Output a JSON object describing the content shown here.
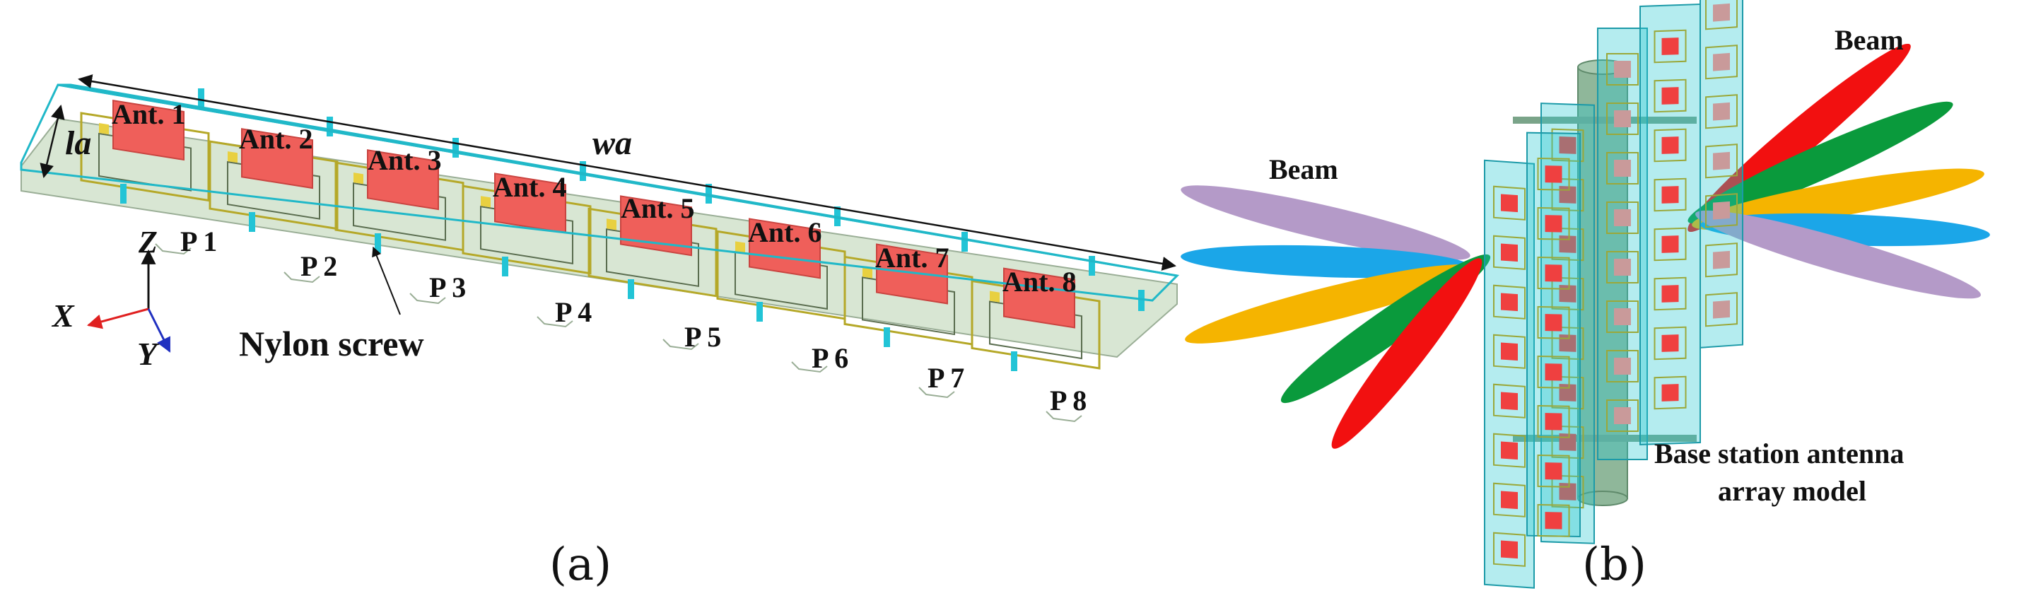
{
  "panel_a": {
    "antennas": [
      "Ant. 1",
      "Ant. 2",
      "Ant. 3",
      "Ant. 4",
      "Ant. 5",
      "Ant. 6",
      "Ant. 7",
      "Ant. 8"
    ],
    "ports": [
      "P 1",
      "P 2",
      "P 3",
      "P 4",
      "P 5",
      "P 6",
      "P 7",
      "P 8"
    ],
    "dim_width": "wa",
    "dim_length": "la",
    "screw_label": "Nylon screw",
    "axes": {
      "x": "X",
      "y": "Y",
      "z": "Z"
    },
    "caption": "(a)"
  },
  "panel_b": {
    "beam_left_label": "Beam",
    "beam_right_label": "Beam",
    "model_label_line1": "Base station antenna",
    "model_label_line2": "array model",
    "caption": "(b)"
  },
  "colors": {
    "beam_purple": "#b49ac8",
    "beam_blue": "#1ba6e8",
    "beam_yellow": "#f5b400",
    "beam_green": "#0a9a3c",
    "beam_red": "#f21010",
    "patch": "#ef5f5a",
    "substrate": "#d8e6d3",
    "cyan": "#22c4d6",
    "mast": "#8fb79a"
  }
}
